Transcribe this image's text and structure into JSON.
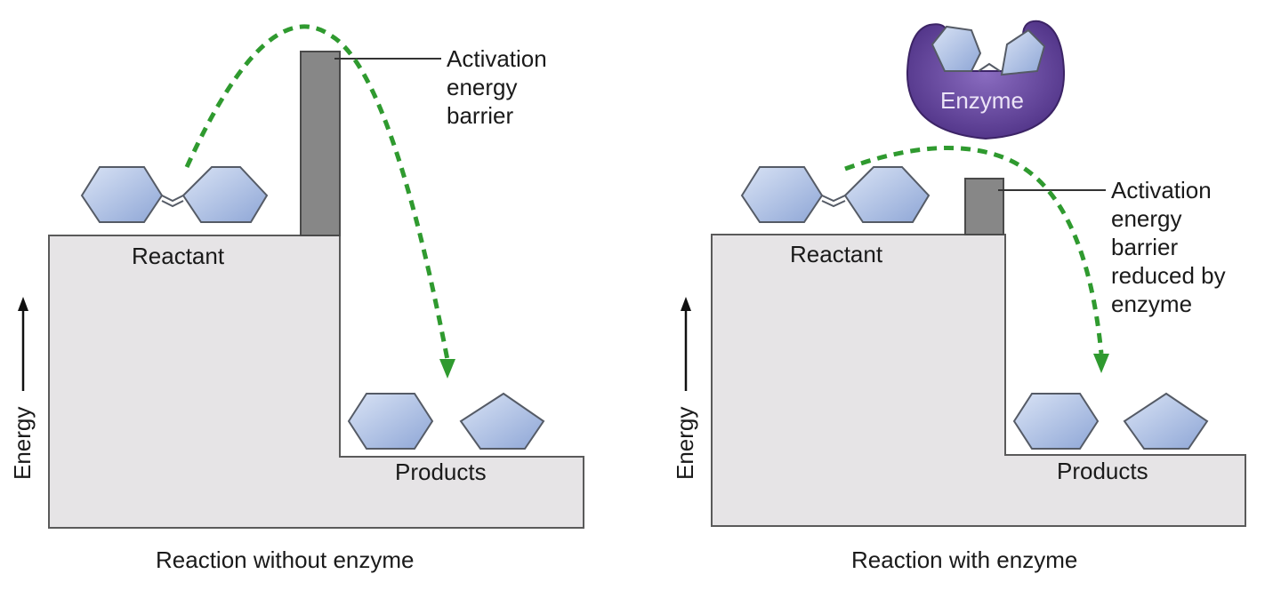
{
  "colors": {
    "block_fill": "#e6e4e6",
    "block_stroke": "#5a5a5a",
    "barrier_fill": "#878787",
    "molecule_fill": "#b9c9e8",
    "molecule_stroke": "#555b66",
    "arrow_color": "#2f9a2f",
    "enzyme_fill": "#6e4ea6"
  },
  "panels": [
    {
      "caption": "Reaction without enzyme",
      "y_axis_label": "Energy",
      "reactant_label": "Reactant",
      "products_label": "Products",
      "barrier_label": [
        "Activation",
        "energy",
        "barrier"
      ]
    },
    {
      "caption": "Reaction with enzyme",
      "y_axis_label": "Energy",
      "reactant_label": "Reactant",
      "products_label": "Products",
      "barrier_label": [
        "Activation",
        "energy",
        "barrier",
        "reduced by",
        "enzyme"
      ],
      "enzyme_label": "Enzyme"
    }
  ]
}
